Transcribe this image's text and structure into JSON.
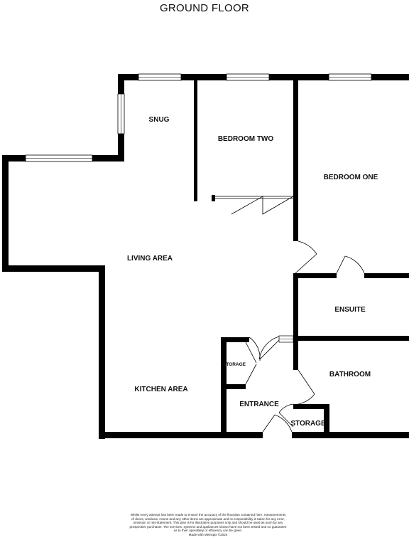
{
  "floor_title": "GROUND FLOOR",
  "rooms": {
    "snug": "SNUG",
    "bedroom_two": "BEDROOM TWO",
    "bedroom_one": "BEDROOM ONE",
    "living_area": "LIVING AREA",
    "ensuite": "ENSUITE",
    "storage_small": "STORAGE",
    "bathroom": "BATHROOM",
    "kitchen_area": "KITCHEN AREA",
    "entrance": "ENTRANCE",
    "storage": "STORAGE"
  },
  "disclaimer": {
    "line1": "Whilst every attempt has been made to ensure the accuracy of the floorplan contained here, measurements",
    "line2": "of doors, windows, rooms and any other items are approximate and no responsibility is taken for any error,",
    "line3": "omission or mis-statement. This plan is for illustrative purposes only and should be used as such by any",
    "line4": "prospective purchaser. The services, systems and appliances shown have not been tested and no guarantee",
    "line5": "as to their operability or efficiency can be given.",
    "line6": "Made with Metropix ©2024"
  }
}
